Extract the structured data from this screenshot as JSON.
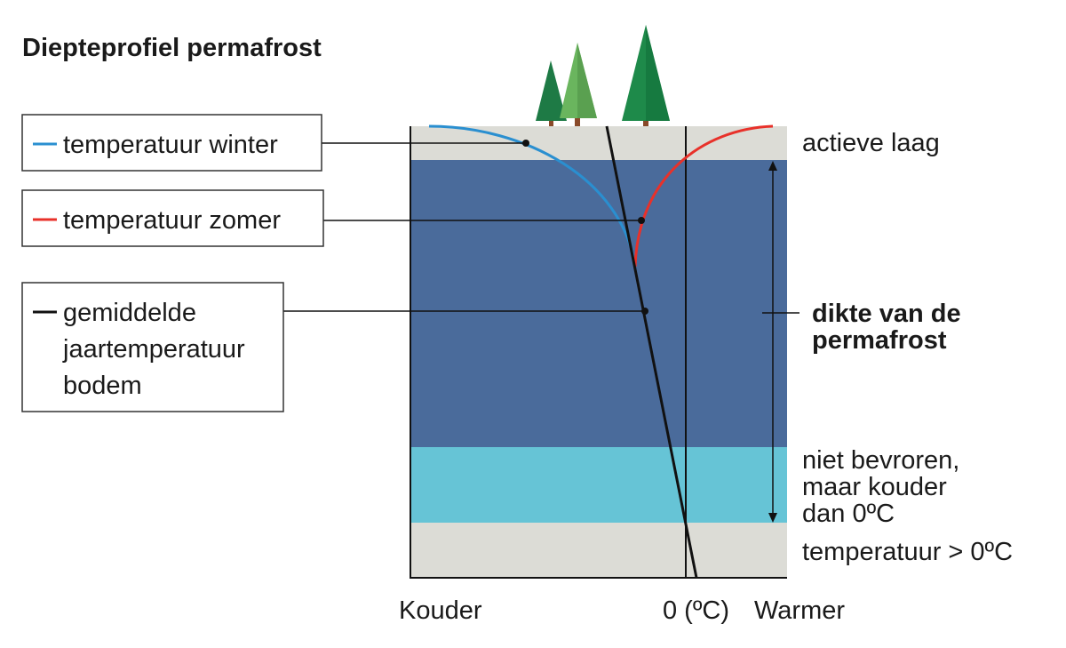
{
  "title": "Diepteprofiel permafrost",
  "legend": {
    "winter": "temperatuur winter",
    "zomer": "temperatuur zomer",
    "gemiddeld": [
      "gemiddelde",
      "jaartemperatuur",
      "bodem"
    ]
  },
  "layers": {
    "actief": "actieve laag",
    "dikte": [
      "dikte van de",
      "permafrost"
    ],
    "niet_bevroren": [
      "niet bevroren,",
      "maar kouder",
      "dan 0ºC"
    ],
    "warm": "temperatuur > 0ºC"
  },
  "axis": {
    "kouder": "Kouder",
    "zero": "0 (ºC)",
    "warmer": "Warmer"
  },
  "colors": {
    "active_layer": "#dcdcd6",
    "permafrost": "#4a6b9b",
    "unfrozen_cold": "#66c4d6",
    "winter": "#2a8fd0",
    "zomer": "#e8312a",
    "gemiddeld": "#111111"
  }
}
